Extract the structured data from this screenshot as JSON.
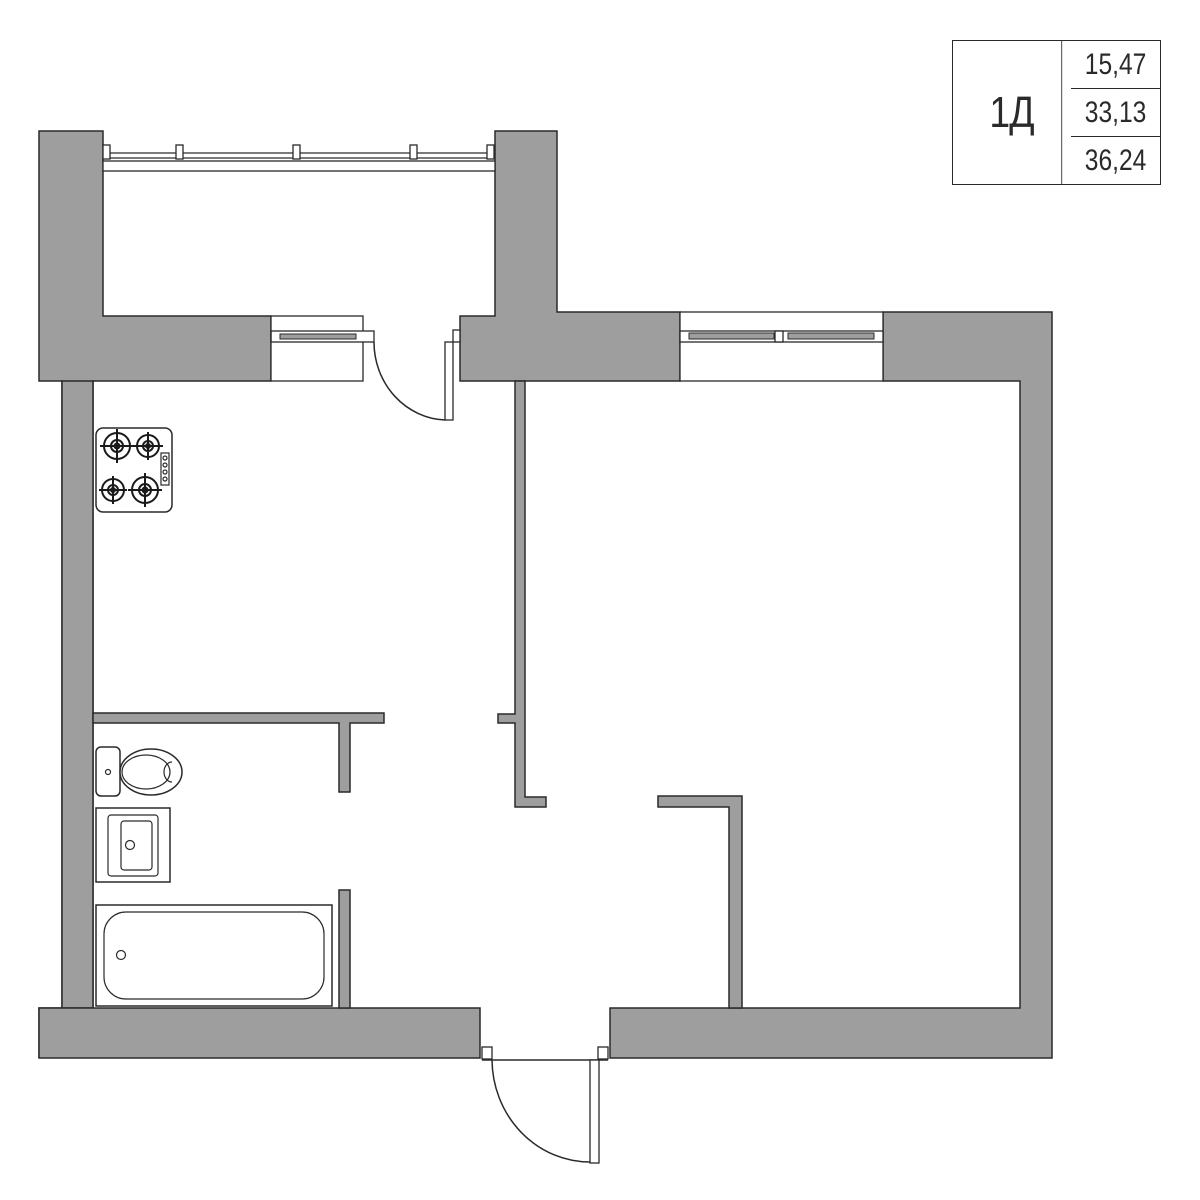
{
  "plan": {
    "apartment_type": "1Д",
    "areas": [
      {
        "label": "living-area",
        "value": "15,47"
      },
      {
        "label": "total-area",
        "value": "33,13"
      },
      {
        "label": "total-area-with-balcony",
        "value": "36,24"
      }
    ],
    "rooms": [
      {
        "name": "balcony"
      },
      {
        "name": "kitchen"
      },
      {
        "name": "living-room"
      },
      {
        "name": "bathroom"
      },
      {
        "name": "hallway"
      }
    ],
    "fixtures": [
      {
        "name": "stove-icon",
        "room": "kitchen"
      },
      {
        "name": "toilet-icon",
        "room": "bathroom"
      },
      {
        "name": "sink-icon",
        "room": "bathroom"
      },
      {
        "name": "bathtub-icon",
        "room": "bathroom"
      }
    ],
    "colors": {
      "wall": "#9d9e9d",
      "outline": "#2a2a2a",
      "background": "#ffffff"
    }
  }
}
